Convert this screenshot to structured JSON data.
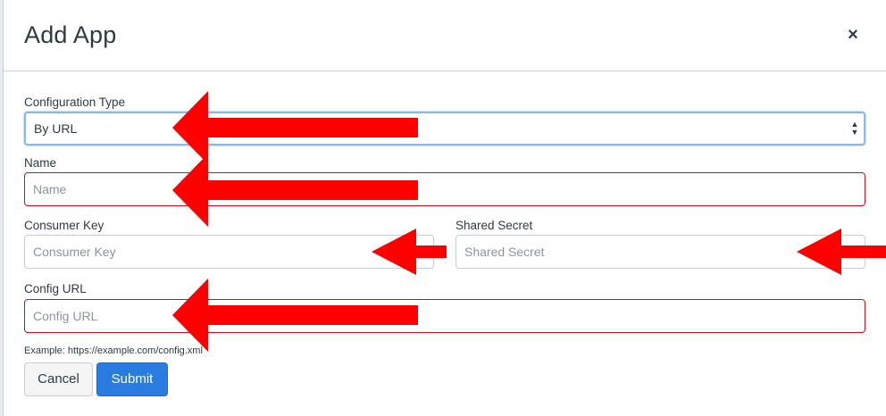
{
  "modal": {
    "title": "Add App",
    "close_glyph": "×"
  },
  "form": {
    "configuration_type": {
      "label": "Configuration Type",
      "value": "By URL",
      "arrows_glyph_up": "▲",
      "arrows_glyph_down": "▼"
    },
    "name": {
      "label": "Name",
      "placeholder": "Name"
    },
    "consumer_key": {
      "label": "Consumer Key",
      "placeholder": "Consumer Key"
    },
    "shared_secret": {
      "label": "Shared Secret",
      "placeholder": "Shared Secret"
    },
    "config_url": {
      "label": "Config URL",
      "placeholder": "Config URL",
      "hint": "Example: https://example.com/config.xml"
    }
  },
  "buttons": {
    "cancel": "Cancel",
    "submit": "Submit"
  },
  "annotations": {
    "arrow_color": "#ff0000",
    "arrow_icon": "red-arrow-pointing-left"
  },
  "colors": {
    "primary": "#2a7ce0",
    "invalid_border": "#e0061f",
    "focus_border": "#8ab7ee"
  }
}
